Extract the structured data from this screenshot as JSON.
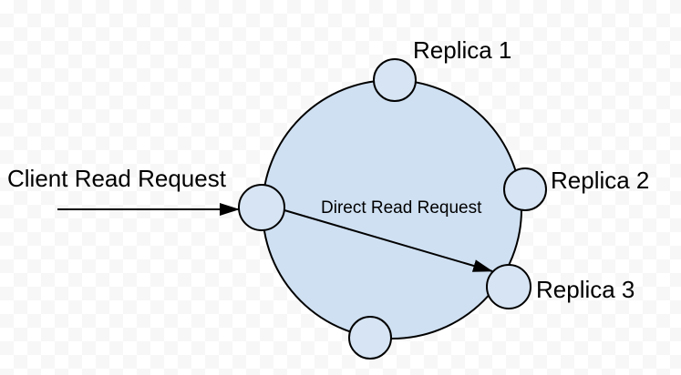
{
  "diagram": {
    "kind": "replication-ring-read-path",
    "labels": {
      "client_read_request": "Client Read Request",
      "direct_read_request": "Direct Read Request",
      "replica_1": "Replica 1",
      "replica_2": "Replica 2",
      "replica_3": "Replica 3"
    },
    "colors": {
      "ring_fill": "#cfe0f2",
      "node_fill": "#d6e4f3",
      "outline": "#000000",
      "arrow": "#000000",
      "text": "#000000",
      "checker_light": "#ffffff",
      "checker_dark": "#f7f7f7"
    }
  }
}
